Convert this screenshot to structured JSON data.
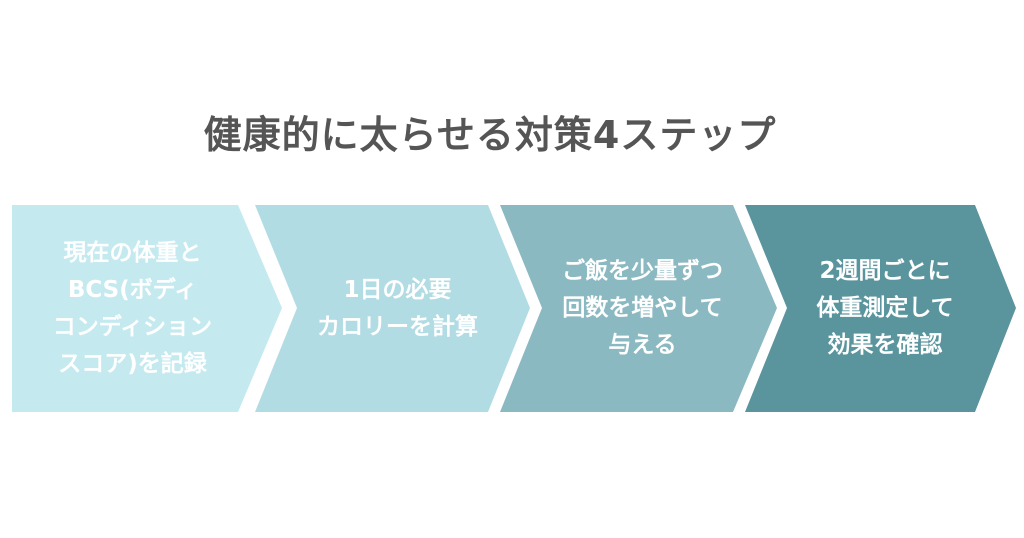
{
  "title": "健康的に太らせる対策4ステップ",
  "steps": [
    {
      "text": "現在の体重と\nBCS(ボディ\nコンディション\nスコア)を記録",
      "color": "#c4eaf0"
    },
    {
      "text": "1日の必要\nカロリーを計算",
      "color": "#b2dce3"
    },
    {
      "text": "ご飯を少量ずつ\n回数を増やして\n与える",
      "color": "#8bb9c1"
    },
    {
      "text": "2週間ごとに\n体重測定して\n効果を確認",
      "color": "#5a959e"
    }
  ]
}
